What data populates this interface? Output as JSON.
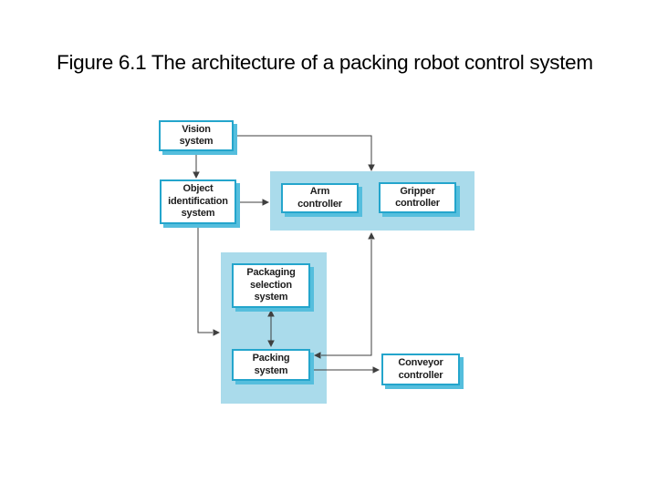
{
  "slide": {
    "title": "Figure 6.1 The architecture of a packing robot control system"
  },
  "diagram": {
    "nodes": [
      {
        "id": "vision-system",
        "lines": [
          "Vision",
          "system"
        ]
      },
      {
        "id": "object-identification-system",
        "lines": [
          "Object",
          "identification",
          "system"
        ]
      },
      {
        "id": "arm-controller",
        "lines": [
          "Arm",
          "controller"
        ]
      },
      {
        "id": "gripper-controller",
        "lines": [
          "Gripper",
          "controller"
        ]
      },
      {
        "id": "packaging-selection-system",
        "lines": [
          "Packaging",
          "selection",
          "system"
        ]
      },
      {
        "id": "packing-system",
        "lines": [
          "Packing",
          "system"
        ]
      },
      {
        "id": "conveyor-controller",
        "lines": [
          "Conveyor",
          "controller"
        ]
      }
    ],
    "groups": [
      {
        "id": "robot-control-group",
        "contains": [
          "arm-controller",
          "gripper-controller"
        ]
      },
      {
        "id": "packaging-group",
        "contains": [
          "packaging-selection-system",
          "packing-system"
        ]
      }
    ],
    "edges": [
      {
        "from": "vision-system",
        "to": "robot-control-group",
        "type": "arrow"
      },
      {
        "from": "vision-system",
        "to": "object-identification-system",
        "type": "arrow"
      },
      {
        "from": "object-identification-system",
        "to": "robot-control-group",
        "type": "arrow"
      },
      {
        "from": "object-identification-system",
        "to": "packaging-group",
        "type": "arrow"
      },
      {
        "from": "packaging-selection-system",
        "to": "packing-system",
        "type": "double-arrow"
      },
      {
        "from": "packing-system",
        "to": "robot-control-group",
        "type": "double-arrow"
      },
      {
        "from": "packing-system",
        "to": "conveyor-controller",
        "type": "arrow"
      }
    ],
    "colors": {
      "node_border": "#24a5cc",
      "node_shadow": "#55bedd",
      "group_fill": "#aadbeb",
      "connector": "#3f3f3f",
      "node_text": "#1d1d1d",
      "background": "#ffffff",
      "title_text": "#000000"
    }
  }
}
